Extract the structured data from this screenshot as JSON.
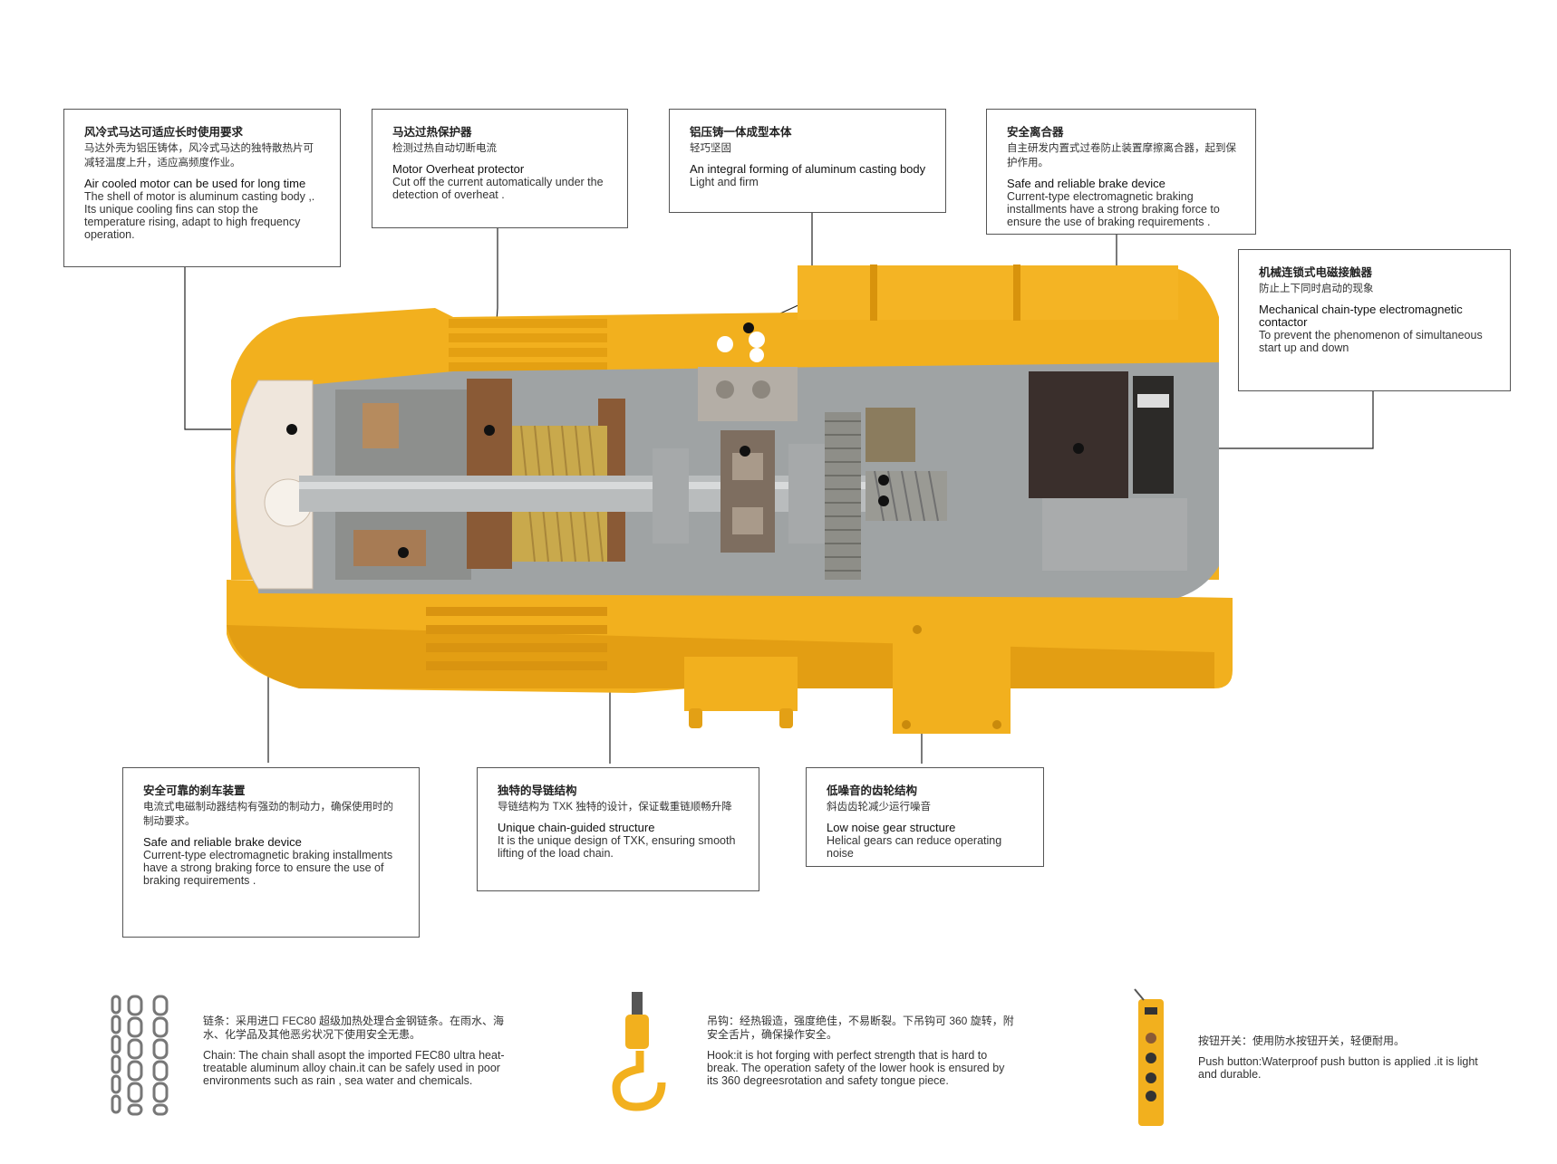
{
  "colors": {
    "housing": "#f2b01e",
    "housing_shadow": "#d8930c",
    "housing_dark": "#b8760a",
    "metal": "#b9bcbd",
    "gear": "#8e8e88",
    "brass": "#c9a94c",
    "line": "#222222"
  },
  "callouts": {
    "motor": {
      "cn_title": "风冷式马达可适应长时使用要求",
      "cn_body": "马达外壳为铝压铸体，风冷式马达的独特散热片可减轻温度上升，适应高频度作业。",
      "en_title": "Air cooled motor can be used for long time",
      "en_body": "The shell of motor is aluminum casting body ,. Its unique cooling fins can stop the temperature rising, adapt to high frequency operation."
    },
    "overheat": {
      "cn_title": "马达过热保护器",
      "cn_body": "检测过热自动切断电流",
      "en_title": "Motor Overheat protector",
      "en_body": "Cut off the current automatically under the detection of overheat ."
    },
    "body": {
      "cn_title": "铝压铸一体成型本体",
      "cn_body": "轻巧坚固",
      "en_title": "An integral forming of aluminum casting body",
      "en_body": "Light and firm"
    },
    "clutch": {
      "cn_title": "安全离合器",
      "cn_body": "自主研发内置式过卷防止装置摩擦离合器，起到保护作用。",
      "en_title": "Safe and reliable brake device",
      "en_body": "Current-type electromagnetic braking installments have a strong braking force to ensure the use of braking requirements ."
    },
    "contactor": {
      "cn_title": "机械连锁式电磁接触器",
      "cn_body": "防止上下同时启动的现象",
      "en_title": "Mechanical chain-type electromagnetic contactor",
      "en_body": "To prevent the phenomenon of simultaneous start up and down"
    },
    "brake": {
      "cn_title": "安全可靠的刹车装置",
      "cn_body": "电流式电磁制动器结构有强劲的制动力，确保使用时的制动要求。",
      "en_title": "Safe and reliable brake device",
      "en_body": "Current-type electromagnetic braking installments have a strong braking force to ensure the use of braking requirements ."
    },
    "chainguide": {
      "cn_title": "独特的导链结构",
      "cn_body": "导链结构为 TXK 独特的设计，保证载重链顺畅升降",
      "en_title": "Unique chain-guided structure",
      "en_body": "It is the unique design of TXK, ensuring smooth lifting of the load chain."
    },
    "gear": {
      "cn_title": "低噪音的齿轮结构",
      "cn_body": "斜齿齿轮减少运行噪音",
      "en_title": "Low noise gear structure",
      "en_body": "Helical gears can reduce operating noise"
    }
  },
  "bottom": {
    "chain": {
      "cn": "链条：采用进口 FEC80 超级加热处理合金钢链条。在雨水、海水、化学品及其他恶劣状况下使用安全无患。",
      "en": "Chain: The chain shall asopt the imported FEC80 ultra heat-treatable aluminum alloy chain.it can be safely used in poor environments such as rain , sea water and chemicals."
    },
    "hook": {
      "cn": "吊钩：经热锻造，强度绝佳，不易断裂。下吊钩可 360 旋转，附安全舌片，确保操作安全。",
      "en": "Hook:it is hot forging with perfect strength that is hard to break. The operation safety of the lower hook is ensured by its 360 degreesrotation and safety tongue piece."
    },
    "button": {
      "cn": "按钮开关：使用防水按钮开关，轻便耐用。",
      "en": "Push button:Waterproof push button is applied .it is light and durable."
    }
  }
}
